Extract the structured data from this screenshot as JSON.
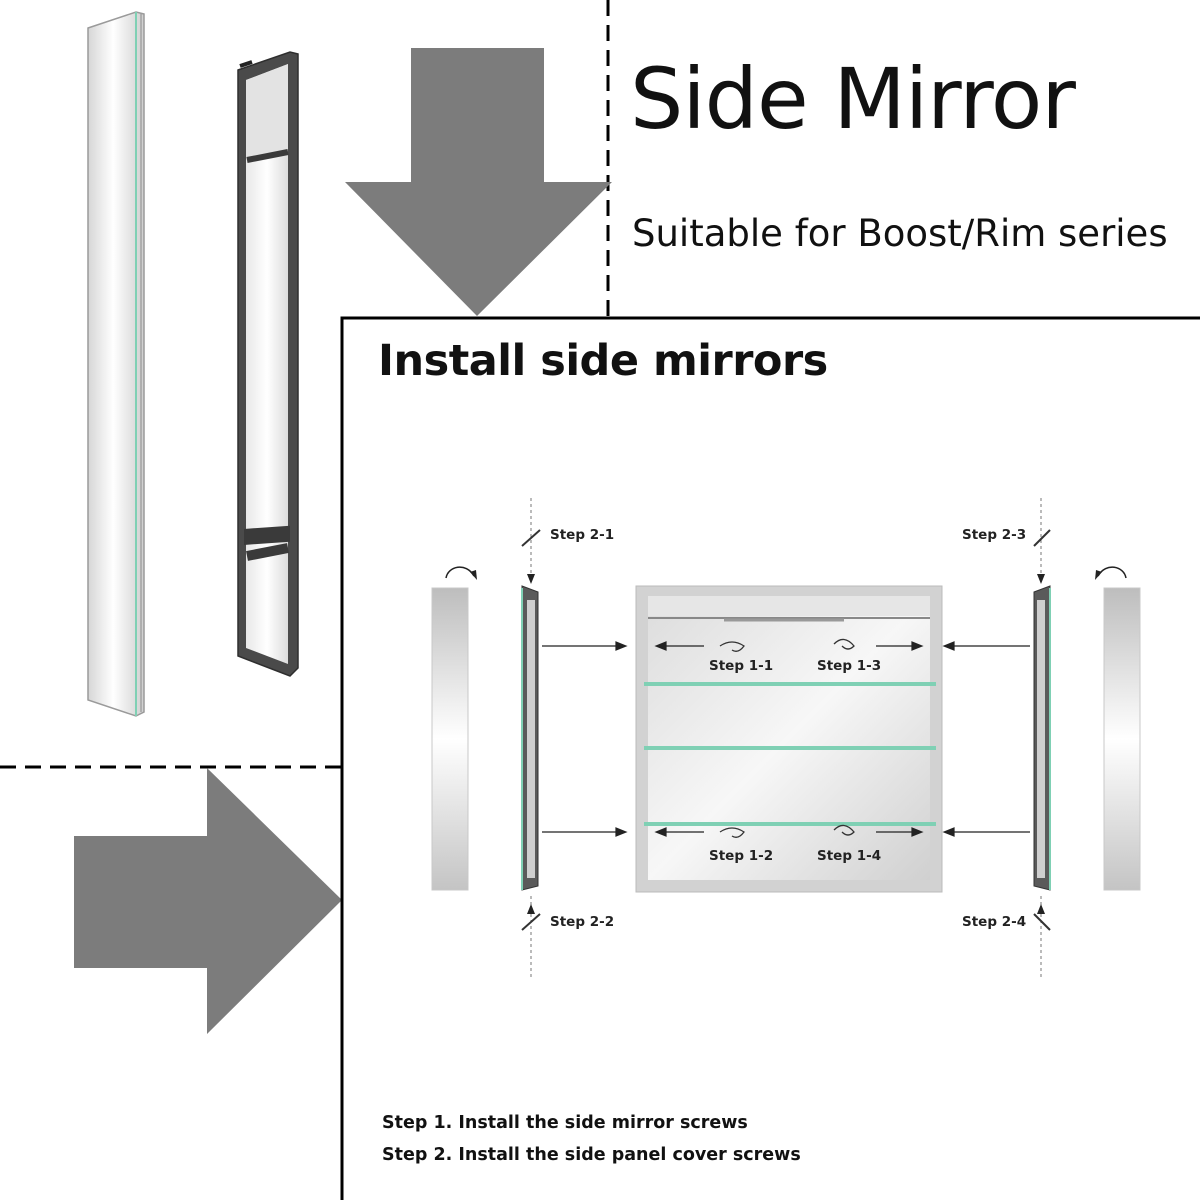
{
  "header": {
    "title": "Side Mirror",
    "subtitle": "Suitable for Boost/Rim series"
  },
  "panel": {
    "title": "Install side mirrors",
    "steps": {
      "s2_1": "Step 2-1",
      "s2_2": "Step 2-2",
      "s2_3": "Step 2-3",
      "s2_4": "Step 2-4",
      "s1_1": "Step 1-1",
      "s1_2": "Step 1-2",
      "s1_3": "Step 1-3",
      "s1_4": "Step 1-4"
    },
    "notes": [
      "Step 1. Install the side mirror screws",
      "Step 2. Install the side panel cover screws"
    ]
  },
  "colors": {
    "arrow_fill": "#7c7c7c",
    "frame_dark": "#3a3a3a",
    "line": "#000000",
    "glass_edge": "#7fd0b4"
  },
  "icons": [
    "arrow-down-icon",
    "arrow-right-icon",
    "screw-icon",
    "rotate-arrow-icon",
    "screwdriver-icon"
  ]
}
